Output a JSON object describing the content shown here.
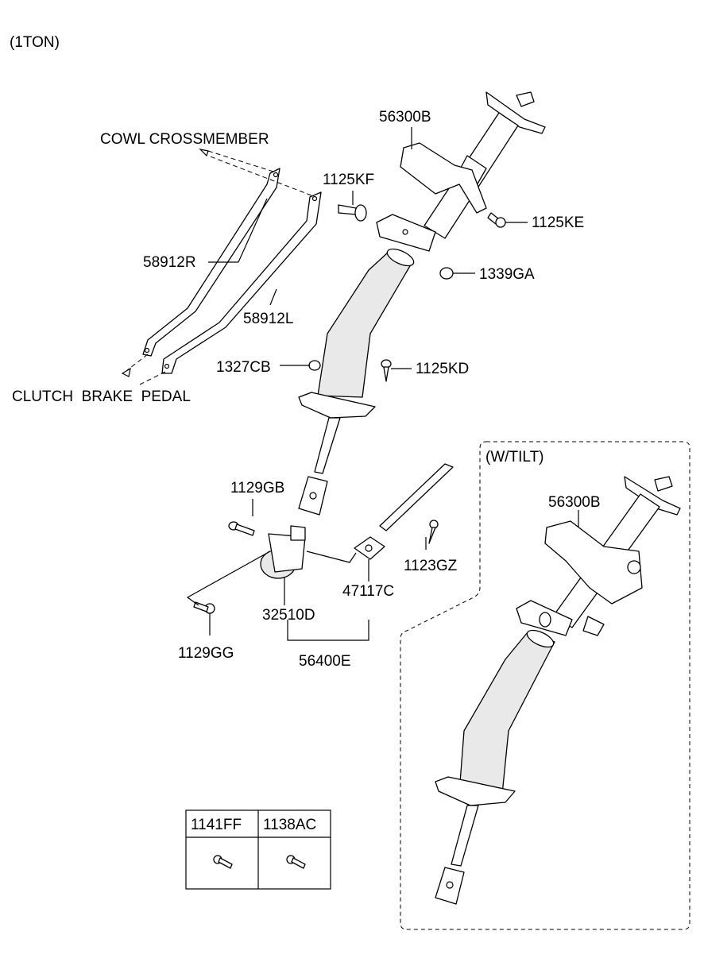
{
  "variant_label": "(1TON)",
  "notes": {
    "cowl_crossmember": "COWL CROSSMEMBER",
    "clutch_brake_pedal": "CLUTCH  BRAKE  PEDAL",
    "tilt": "(W/TILT)"
  },
  "parts": {
    "p56300B": "56300B",
    "p1125KF": "1125KF",
    "p1125KE": "1125KE",
    "p1339GA": "1339GA",
    "p58912R": "58912R",
    "p58912L": "58912L",
    "p1327CB": "1327CB",
    "p1125KD": "1125KD",
    "p1129GB": "1129GB",
    "p1123GZ": "1123GZ",
    "p47117C": "47117C",
    "p32510D": "32510D",
    "p1129GG": "1129GG",
    "p56400E": "56400E",
    "tilt_56300B": "56300B"
  },
  "fastener_table": {
    "col1": "1141FF",
    "col2": "1138AC"
  }
}
